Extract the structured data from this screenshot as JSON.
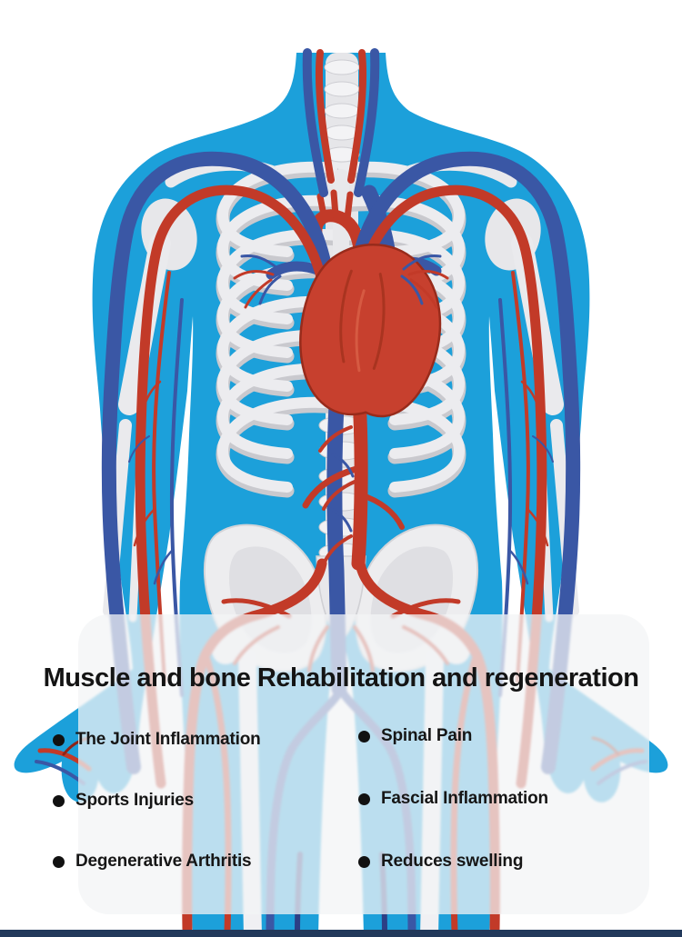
{
  "illustration": {
    "subject": "human-torso-skeleton-and-circulatory-system",
    "colors": {
      "body_blue": "#1CA0DA",
      "artery_red": "#C23A28",
      "vein_blue": "#3A57A5",
      "bone": "#ECECEF",
      "heart_red": "#C7402E",
      "overlay": "rgba(243,244,246,0.74)",
      "footer_navy": "#22395B"
    }
  },
  "panel": {
    "title": "Muscle and bone Rehabilitation and regeneration",
    "left_items": [
      "The Joint Inflammation",
      "Sports Injuries",
      "Degenerative Arthritis"
    ],
    "right_items": [
      "Spinal Pain",
      "Fascial Inflammation",
      "Reduces swelling"
    ]
  }
}
